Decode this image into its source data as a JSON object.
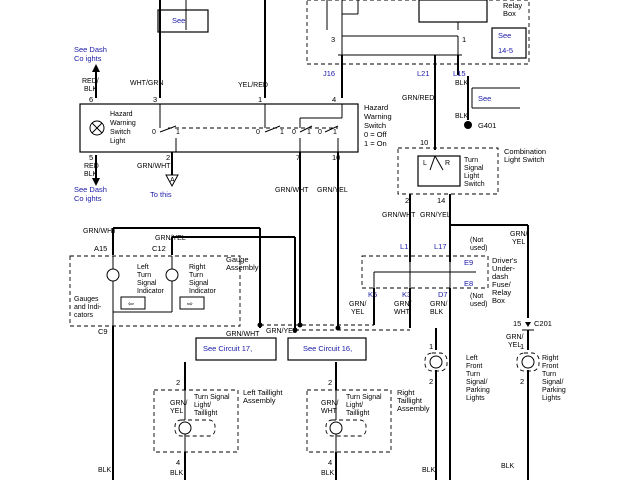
{
  "top": {
    "see_top": "See",
    "relay_line1": "Relay",
    "relay_line2": "Box",
    "pin_3": "3",
    "pin_1": "1",
    "see_14_line1": "See",
    "see_14_line2": "14-5",
    "j16": "J16",
    "l21": "L21",
    "l15": "L15",
    "blk_top": "BLK",
    "see_right": "See",
    "blk_g401": "BLK",
    "g401": "G401"
  },
  "left_refs": {
    "dash_top_line1": "See Dash",
    "dash_top_line2": "Co      ights",
    "dash_bottom_line1": "See Dash",
    "dash_bottom_line2": "Co      ights",
    "to_this": "To this"
  },
  "hazard": {
    "wire_red_blk_1": "RED/",
    "wire_red_blk_2": "BLK",
    "wire_wht_grn": "WHT/GRN",
    "wire_yel_red": "YEL/RED",
    "wire_grn_red": "GRN/RED",
    "pin_6": "6",
    "pin_3": "3",
    "pin_1": "1",
    "pin_4": "4",
    "pin_5": "5",
    "pin_2": "2",
    "pin_7": "7",
    "pin_10": "10",
    "light_line1": "Hazard",
    "light_line2": "Warning",
    "light_line3": "Switch",
    "light_line4": "Light",
    "switch_line1": "Hazard",
    "switch_line2": "Warning",
    "switch_line3": "Switch",
    "switch_line4": "0 = Off",
    "switch_line5": "1 = On",
    "sw_a0": "0",
    "sw_a1": "1",
    "sw_b0": "0",
    "sw_b1": "1",
    "sw_c0": "0",
    "sw_c1": "1",
    "sw_d0": "0",
    "sw_d1": "1",
    "wire_red": "RED",
    "wire_blk": "BLK",
    "wire_grn_wht_2": "GRN/WHT",
    "wire_grn_wht_7": "GRN/WHT",
    "wire_grn_yel_10": "GRN/YEL",
    "ground_a": "A"
  },
  "combo": {
    "pin_10": "10",
    "title_line1": "Combination",
    "title_line2": "Light Switch",
    "sw_l": "L",
    "sw_r": "R",
    "label_line1": "Turn",
    "label_line2": "Signal",
    "label_line3": "Light",
    "label_line4": "Switch",
    "pin_2": "2",
    "pin_14": "14",
    "wire_grn_wht": "GRN/WHT",
    "wire_grn_yel": "GRN/YEL"
  },
  "gauge": {
    "wire_grn_wht": "GRN/WHT",
    "wire_grn_yel": "GRN/YEL",
    "a15": "A15",
    "c12": "C12",
    "title_line1": "Gauge",
    "title_line2": "Assembly",
    "left_line1": "Left",
    "left_line2": "Turn",
    "left_line3": "Signal",
    "left_line4": "Indicator",
    "right_line1": "Right",
    "right_line2": "Turn",
    "right_line3": "Signal",
    "right_line4": "Indicator",
    "side_line1": "Gauges",
    "side_line2": "and Indi-",
    "side_line3": "cators",
    "c9": "C9",
    "wire_blk": "BLK"
  },
  "fuse_box": {
    "wire_grn_yel_right_1": "GRN/",
    "wire_grn_yel_right_2": "YEL",
    "l1": "L1",
    "l17": "L17",
    "not_used_1_line1": "(Not",
    "not_used_1_line2": "used)",
    "e9": "E9",
    "title_line1": "Driver's",
    "title_line2": "Under-",
    "title_line3": "dash",
    "title_line4": "Fuse/",
    "title_line5": "Relay",
    "title_line6": "Box",
    "e8": "E8",
    "not_used_2_line1": "(Not",
    "not_used_2_line2": "used)",
    "k5": "K5",
    "k3": "K3",
    "d7": "D7",
    "wire_grn_yel_k5_1": "GRN/",
    "wire_grn_yel_k5_2": "YEL",
    "wire_grn_wht_k3_1": "GRN/",
    "wire_grn_wht_k3_2": "WHT",
    "wire_grn_blk_d7_1": "GRN/",
    "wire_grn_blk_d7_2": "BLK",
    "c201_pin": "15",
    "c201": "C201"
  },
  "circuits": {
    "wire_grn_wht": "GRN/WHT",
    "wire_grn_yel": "GRN/YEL",
    "see_17": "See Circuit 17,",
    "see_16": "See Circuit 16,"
  },
  "left_front": {
    "pin_1": "1",
    "pin_2": "2",
    "label_line1": "Left",
    "label_line2": "Front",
    "label_line3": "Turn",
    "label_line4": "Signal/",
    "label_line5": "Parking",
    "label_line6": "Lights",
    "wire_blk": "BLK"
  },
  "right_front": {
    "pin_1": "1",
    "pin_2": "2",
    "label_line1": "Right",
    "label_line2": "Front",
    "label_line3": "Turn",
    "label_line4": "Signal/",
    "label_line5": "Parking",
    "label_line6": "Lights",
    "wire_grn_1": "GRN/",
    "wire_grn_2": "YEL",
    "wire_blk": "BLK"
  },
  "left_tail": {
    "pin_2": "2",
    "pin_4": "4",
    "wire_1": "GRN/",
    "wire_2": "YEL",
    "label_line1": "Turn Signal",
    "label_line2": "Light/",
    "label_line3": "Taillight",
    "title_line1": "Left Taillight",
    "title_line2": "Assembly",
    "wire_blk": "BLK"
  },
  "right_tail": {
    "pin_2": "2",
    "pin_4": "4",
    "wire_1": "GRN/",
    "wire_2": "WHT",
    "label_line1": "Turn Signal",
    "label_line2": "Light/",
    "label_line3": "Taillight",
    "title_line1": "Right",
    "title_line2": "Taillight",
    "title_line3": "Assembly",
    "wire_blk": "BLK"
  }
}
